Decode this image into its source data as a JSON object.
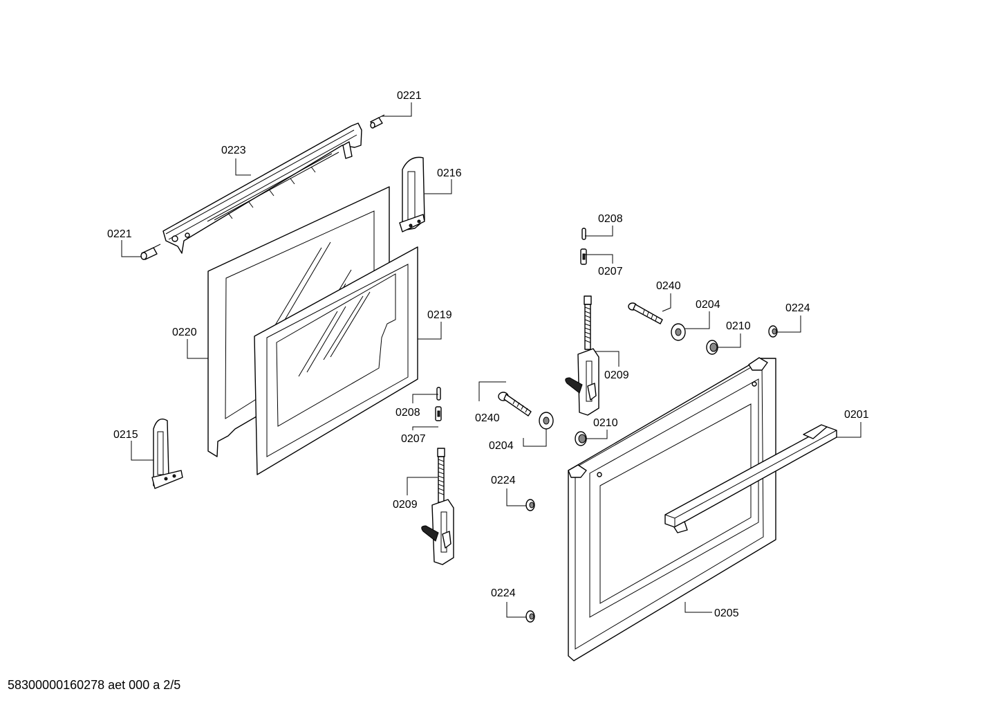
{
  "labels": {
    "p0221_top": "0221",
    "p0223": "0223",
    "p0216": "0216",
    "p0221_left": "0221",
    "p0220": "0220",
    "p0219": "0219",
    "p0215": "0215",
    "p0208_left": "0208",
    "p0207_left": "0207",
    "p0209_left": "0209",
    "p0208_right": "0208",
    "p0207_right": "0207",
    "p0240_top": "0240",
    "p0204_top": "0204",
    "p0210_top": "0210",
    "p0224_right": "0224",
    "p0209_right": "0209",
    "p0240_mid": "0240",
    "p0204_mid": "0204",
    "p0210_mid": "0210",
    "p0201": "0201",
    "p0224_mid": "0224",
    "p0224_bottom": "0224",
    "p0205": "0205"
  },
  "footer": "58300000160278 aet 000 a 2/5"
}
